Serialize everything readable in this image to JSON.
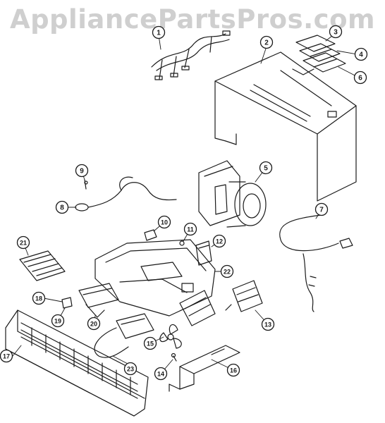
{
  "watermark": "AppliancePartsPros.com",
  "callouts": [
    "1",
    "2",
    "3",
    "4",
    "6",
    "5",
    "7",
    "8",
    "9",
    "10",
    "11",
    "12",
    "13",
    "14",
    "15",
    "16",
    "17",
    "18",
    "19",
    "20",
    "21",
    "22",
    "23"
  ],
  "colors": {
    "ink": "#1a1a1a",
    "watermark": "#cfcfcf",
    "paper": "#ffffff"
  }
}
